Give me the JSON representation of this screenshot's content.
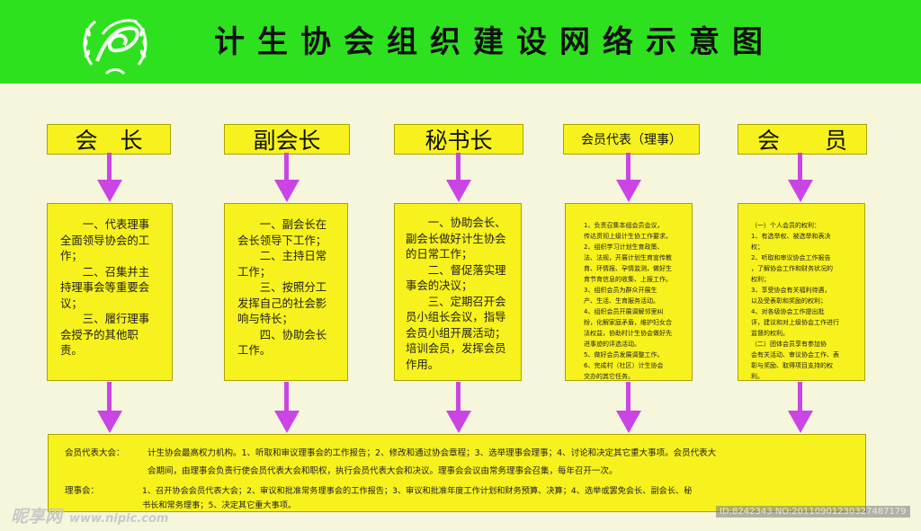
{
  "header": {
    "title": "计生协会组织建设网络示意图",
    "logo_icon": "family-planning-association-logo"
  },
  "colors": {
    "header_bg": "#2ee11f",
    "page_bg": "#f6f6dc",
    "box_fill": "#f7f21d",
    "arrow": "#cb45e4"
  },
  "roles": [
    {
      "label": "会　长",
      "lines": [
        "一、代表理事",
        "全面领导协会的工",
        "作；",
        "二、召集并主",
        "持理事会等重要会",
        "议；",
        "三、履行理事",
        "会授予的其他职",
        "责。"
      ]
    },
    {
      "label": "副会长",
      "lines": [
        "一、副会长在",
        "会长领导下工作；",
        "二、主持日常",
        "工作；",
        "三、按照分工",
        "发挥自己的社会影",
        "响与特长；",
        "四、协助会长",
        "工作。"
      ]
    },
    {
      "label": "秘书长",
      "lines": [
        "一、协助会长、",
        "副会长做好计生协会",
        "的日常工作；",
        "二、督促落实理",
        "事会的决议；",
        "三、定期召开会",
        "员小组长会议，指导",
        "会员小组开展活动；",
        "培训会员，发挥会员",
        "作用。"
      ]
    },
    {
      "label": "会员代表（理事）",
      "lines": [
        "1、负责召集本组会员会议，",
        "传达贯彻上级计生协工作要求。",
        "2、组织学习计划生育政策、",
        "法、法规，开展计划生育宣传教",
        "育、环情报、孕情监测，做好生",
        "育节育信息的收集、上报工作。",
        "3、组织会员为群众开展生",
        "产、生活、生育服务活动。",
        "4、组织会员开展调解邻里纠",
        "纷，化解家庭矛盾，维护妇女合",
        "法权益，协助村计生协会做好先",
        "进事迹的评选活动。",
        "5、做好会员发展调整工作。",
        "6、完成村（社区）计生协会",
        "交办的其它任务。"
      ]
    },
    {
      "label": "会　　员",
      "lines": [
        "（一）个人会员的权利：",
        "1、有选举权、被选举和表决",
        "权；",
        "2、听取和审议协会工作报告",
        "，了解协会工作和财务状况的",
        "权利；",
        "3、享受协会有关福利待遇，",
        "以及受表彰和奖励的权利；",
        "4、对各级协会工作提出批",
        "评，建议和对上级协会工作进行",
        "监督的权利。",
        "（二）团体会员享有参加协",
        "会有关活动、审议协会工作、表",
        "彰与奖励、取得项目支持的权",
        "利。"
      ]
    }
  ],
  "bottom": {
    "assembly_label": "会员代表大会：",
    "assembly_line1": "计生协会最高权力机构。1、听取和审议理事会的工作报告；2、修改和通过协会章程；3、选举理事会理事；4、讨论和决定其它重大事项。会员代表大",
    "assembly_line2": "会期间，由理事会负责行使会员代表大会和职权，执行会员代表大会和决议。理事会会议由常务理事会召集，每年召开一次。",
    "council_label": "理事会：",
    "council_line1": "1、召开协会会员代表大会；2、审议和批准常务理事会的工作报告；3、审议和批准年度工作计划和财务预算、决算；4、选举或罢免会长、副会长、秘",
    "council_line2": "书长和常务理事；5、决定其它重大事项。"
  },
  "watermark": {
    "brand": "昵享网",
    "url": "www.nipic.com",
    "id_text": "ID:8242343 NO:20110901230327487179"
  }
}
